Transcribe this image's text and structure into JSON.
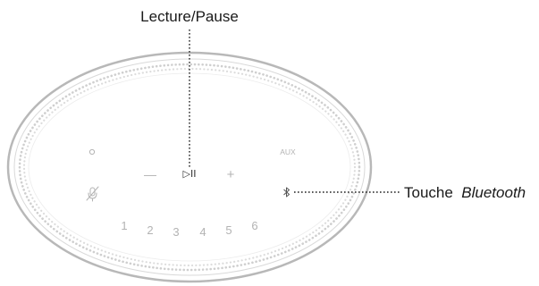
{
  "callouts": {
    "play_pause": "Lecture/Pause",
    "bluetooth_prefix": "Touche ",
    "bluetooth_name": "Bluetooth"
  },
  "controls": {
    "aux_label": "AUX",
    "volume_down_symbol": "—",
    "volume_up_symbol": "+",
    "play_pause_symbol": "▷II",
    "presets": [
      "1",
      "2",
      "3",
      "4",
      "5",
      "6"
    ]
  },
  "icons": {
    "power": "power-icon",
    "mic_off": "microphone-off-icon",
    "bluetooth": "bluetooth-icon"
  }
}
